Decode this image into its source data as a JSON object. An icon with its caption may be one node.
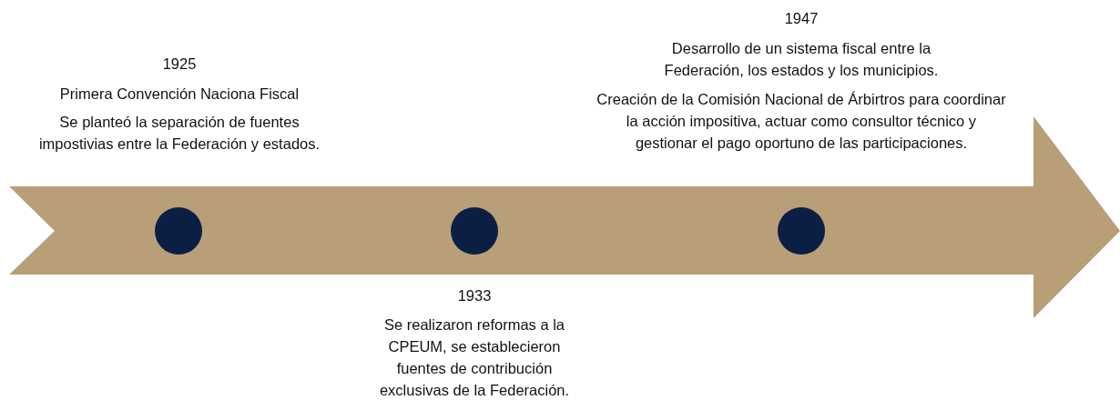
{
  "diagram": {
    "labels": [
      "1925",
      "Primera Convención Naciona Fiscal",
      "Se planteó la separación de fuentes impostivias entre la Federación y estados.",
      "1933",
      "Se realizaron reformas a la CPEUM, se establecieron fuentes de contribución exclusivas de la Federación.",
      "1947",
      "Desarrollo de un sistema fiscal entre la Federación, los estados y los municipios.",
      "Creación de la Comisión Nacional de Árbirtros para coordinar la acción impositiva, actuar como consultor técnico y gestionar el pago oportuno de las participaciones."
    ]
  }
}
